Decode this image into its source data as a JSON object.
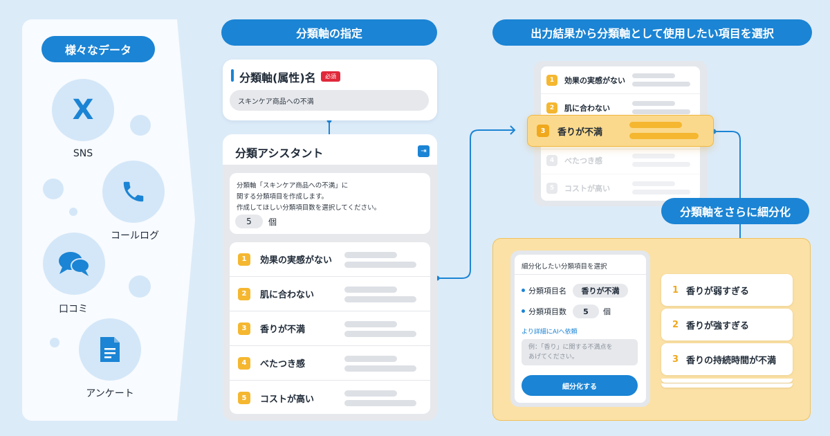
{
  "colors": {
    "accent_blue": "#1b84d4",
    "badge_orange": "#f5b730",
    "required_red": "#e0283a",
    "highlight_yellow": "#fbd98c",
    "background": "#dcebf8"
  },
  "data_sources": {
    "title": "様々なデータ",
    "items": [
      {
        "label": "SNS",
        "icon": "x-logo-icon"
      },
      {
        "label": "コールログ",
        "icon": "phone-icon"
      },
      {
        "label": "口コミ",
        "icon": "chat-bubbles-icon"
      },
      {
        "label": "アンケート",
        "icon": "document-icon"
      }
    ]
  },
  "step1": {
    "header": "分類軸の指定",
    "field_label": "分類軸(属性)名",
    "required_badge": "必須",
    "field_value": "スキンケア商品への不満"
  },
  "assistant": {
    "title": "分類アシスタント",
    "message_lines": [
      "分類軸「スキンケア商品への不満」に",
      "関する分類項目を作成します。",
      "作成してほしい分類項目数を選択してください。"
    ],
    "count": "5",
    "count_unit": "個",
    "items": [
      {
        "num": "1",
        "label": "効果の実感がない"
      },
      {
        "num": "2",
        "label": "肌に合わない"
      },
      {
        "num": "3",
        "label": "香りが不満"
      },
      {
        "num": "4",
        "label": "べたつき感"
      },
      {
        "num": "5",
        "label": "コストが高い"
      }
    ]
  },
  "step2": {
    "header": "出力結果から分類軸として使用したい項目を選択",
    "items": [
      {
        "num": "1",
        "label": "効果の実感がない"
      },
      {
        "num": "2",
        "label": "肌に合わない"
      },
      {
        "num": "3",
        "label": "香りが不満"
      },
      {
        "num": "4",
        "label": "べたつき感"
      },
      {
        "num": "5",
        "label": "コストが高い"
      }
    ],
    "selected_index": 2
  },
  "step3": {
    "header": "分類軸をさらに細分化",
    "dialog": {
      "title": "細分化したい分類項目を選択",
      "item_name_label": "分類項目名",
      "item_name_value": "香りが不満",
      "item_count_label": "分類項目数",
      "item_count_value": "5",
      "item_count_unit": "個",
      "ai_link": "より詳細にAIへ依頼",
      "placeholder_lines": [
        "例：「香り」に関する不満点を",
        "あげてください。"
      ],
      "button_label": "細分化する"
    },
    "results": [
      {
        "num": "1",
        "label": "香りが弱すぎる"
      },
      {
        "num": "2",
        "label": "香りが強すぎる"
      },
      {
        "num": "3",
        "label": "香りの持続時間が不満"
      }
    ]
  }
}
